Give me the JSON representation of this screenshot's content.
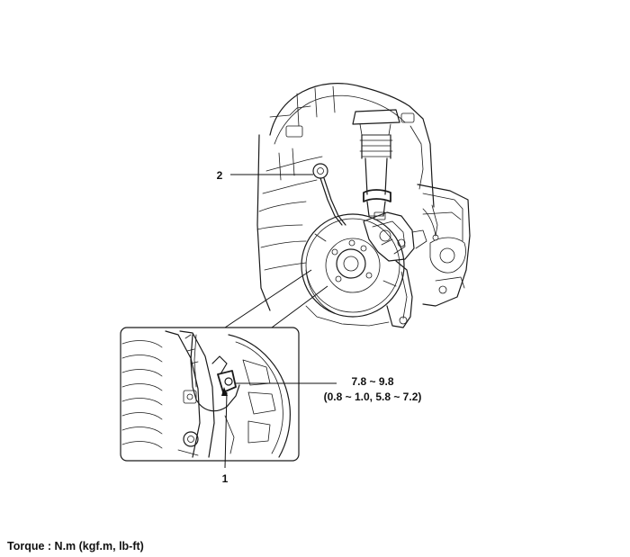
{
  "callouts": {
    "part_2": "2",
    "part_1": "1",
    "torque_value": "7.8 ~ 9.8",
    "torque_alt": "(0.8 ~ 1.0, 5.8 ~ 7.2)"
  },
  "footer": {
    "torque_units": "Torque : N.m (kgf.m, lb-ft)"
  }
}
